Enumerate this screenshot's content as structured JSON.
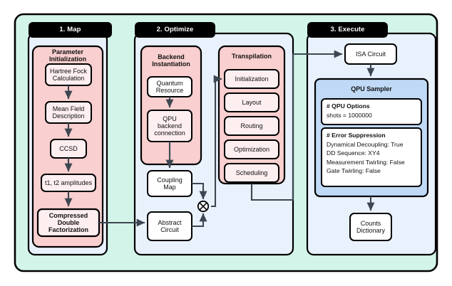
{
  "colors": {
    "outer_bg": "#d3f5e9",
    "stage_panel": "#e9f1fd",
    "group_pink": "#f9cfcf",
    "node_pink": "#fdeef0",
    "node_white": "#ffffff",
    "qpu_blue": "#bfd9f6",
    "tab_black": "#000000",
    "stroke": "#000000",
    "edge": "#3d4752",
    "tab_text": "#ffffff"
  },
  "stages": [
    {
      "id": "map",
      "tab_label": "1. Map"
    },
    {
      "id": "optimize",
      "tab_label": "2. Optimize"
    },
    {
      "id": "execute",
      "tab_label": "3. Execute"
    }
  ],
  "groups": {
    "parameter_initialization": "Parameter Initialization",
    "backend_instantiation": "Backend\nInstantiation",
    "transpilation": "Transpilation",
    "qpu_sampler": "QPU Sampler"
  },
  "nodes": {
    "hartree_fock": "Hartree Fock\nCalculation",
    "mean_field": "Mean Field\nDescription",
    "ccsd": "CCSD",
    "amplitudes": "t1, t2 amplitudes",
    "cdf": "Compressed Double\nFactorization",
    "quantum_resource": "Quantum\nResource",
    "qpu_backend_connection": "QPU\nbackend\nconnection",
    "coupling_map": "Coupling\nMap",
    "abstract_circuit": "Abstract\nCircuit",
    "merge": "⊗",
    "transpile_initialization": "Initialization",
    "transpile_layout": "Layout",
    "transpile_routing": "Routing",
    "transpile_optimization": "Optimization",
    "transpile_scheduling": "Scheduling",
    "isa_circuit": "ISA Circuit",
    "counts_dictionary": "Counts\nDictionary"
  },
  "qpu_options": {
    "heading": "# QPU Options",
    "lines": [
      "shots = 1000000"
    ]
  },
  "error_suppression": {
    "heading": "# Error Suppression",
    "lines": [
      "Dynamical Decoupling: True",
      "DD Sequence: XY4",
      "Measurement Twirling: False",
      "Gate Twirling: False"
    ]
  }
}
